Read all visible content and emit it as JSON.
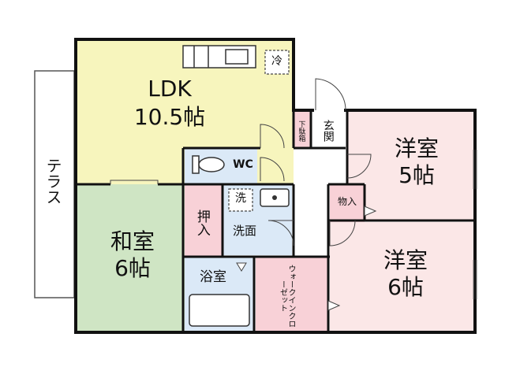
{
  "rooms": {
    "ldk": {
      "name": "LDK",
      "size": "10.5帖",
      "color": "#f7f5bd"
    },
    "yoshitsu_5": {
      "name": "洋室",
      "size": "5帖",
      "color": "#fbe7e7"
    },
    "yoshitsu_6": {
      "name": "洋室",
      "size": "6帖",
      "color": "#fbe7e7"
    },
    "washitsu": {
      "name": "和室",
      "size": "6帖",
      "color": "#cfe5c4"
    },
    "wc": {
      "name": "WC",
      "color": "#dbe9f7"
    },
    "senmen": {
      "name": "洗面",
      "color": "#dbe9f7"
    },
    "yokushitsu": {
      "name": "浴室",
      "color": "#dbe9f7"
    },
    "oshiire": {
      "name": "押入",
      "color": "#f8d1d7"
    },
    "walk_in": {
      "name": "ウォークインクローゼット",
      "color": "#f8d1d7"
    },
    "monoire": {
      "name": "物入",
      "color": "#f8d1d7"
    },
    "genkan": {
      "name": "玄関"
    },
    "getabako": {
      "name": "下駄箱",
      "color": "#f8d1d7"
    },
    "terrace": {
      "name": "テラス"
    }
  },
  "fixtures": {
    "refrigerator": "冷",
    "washer": "洗"
  }
}
